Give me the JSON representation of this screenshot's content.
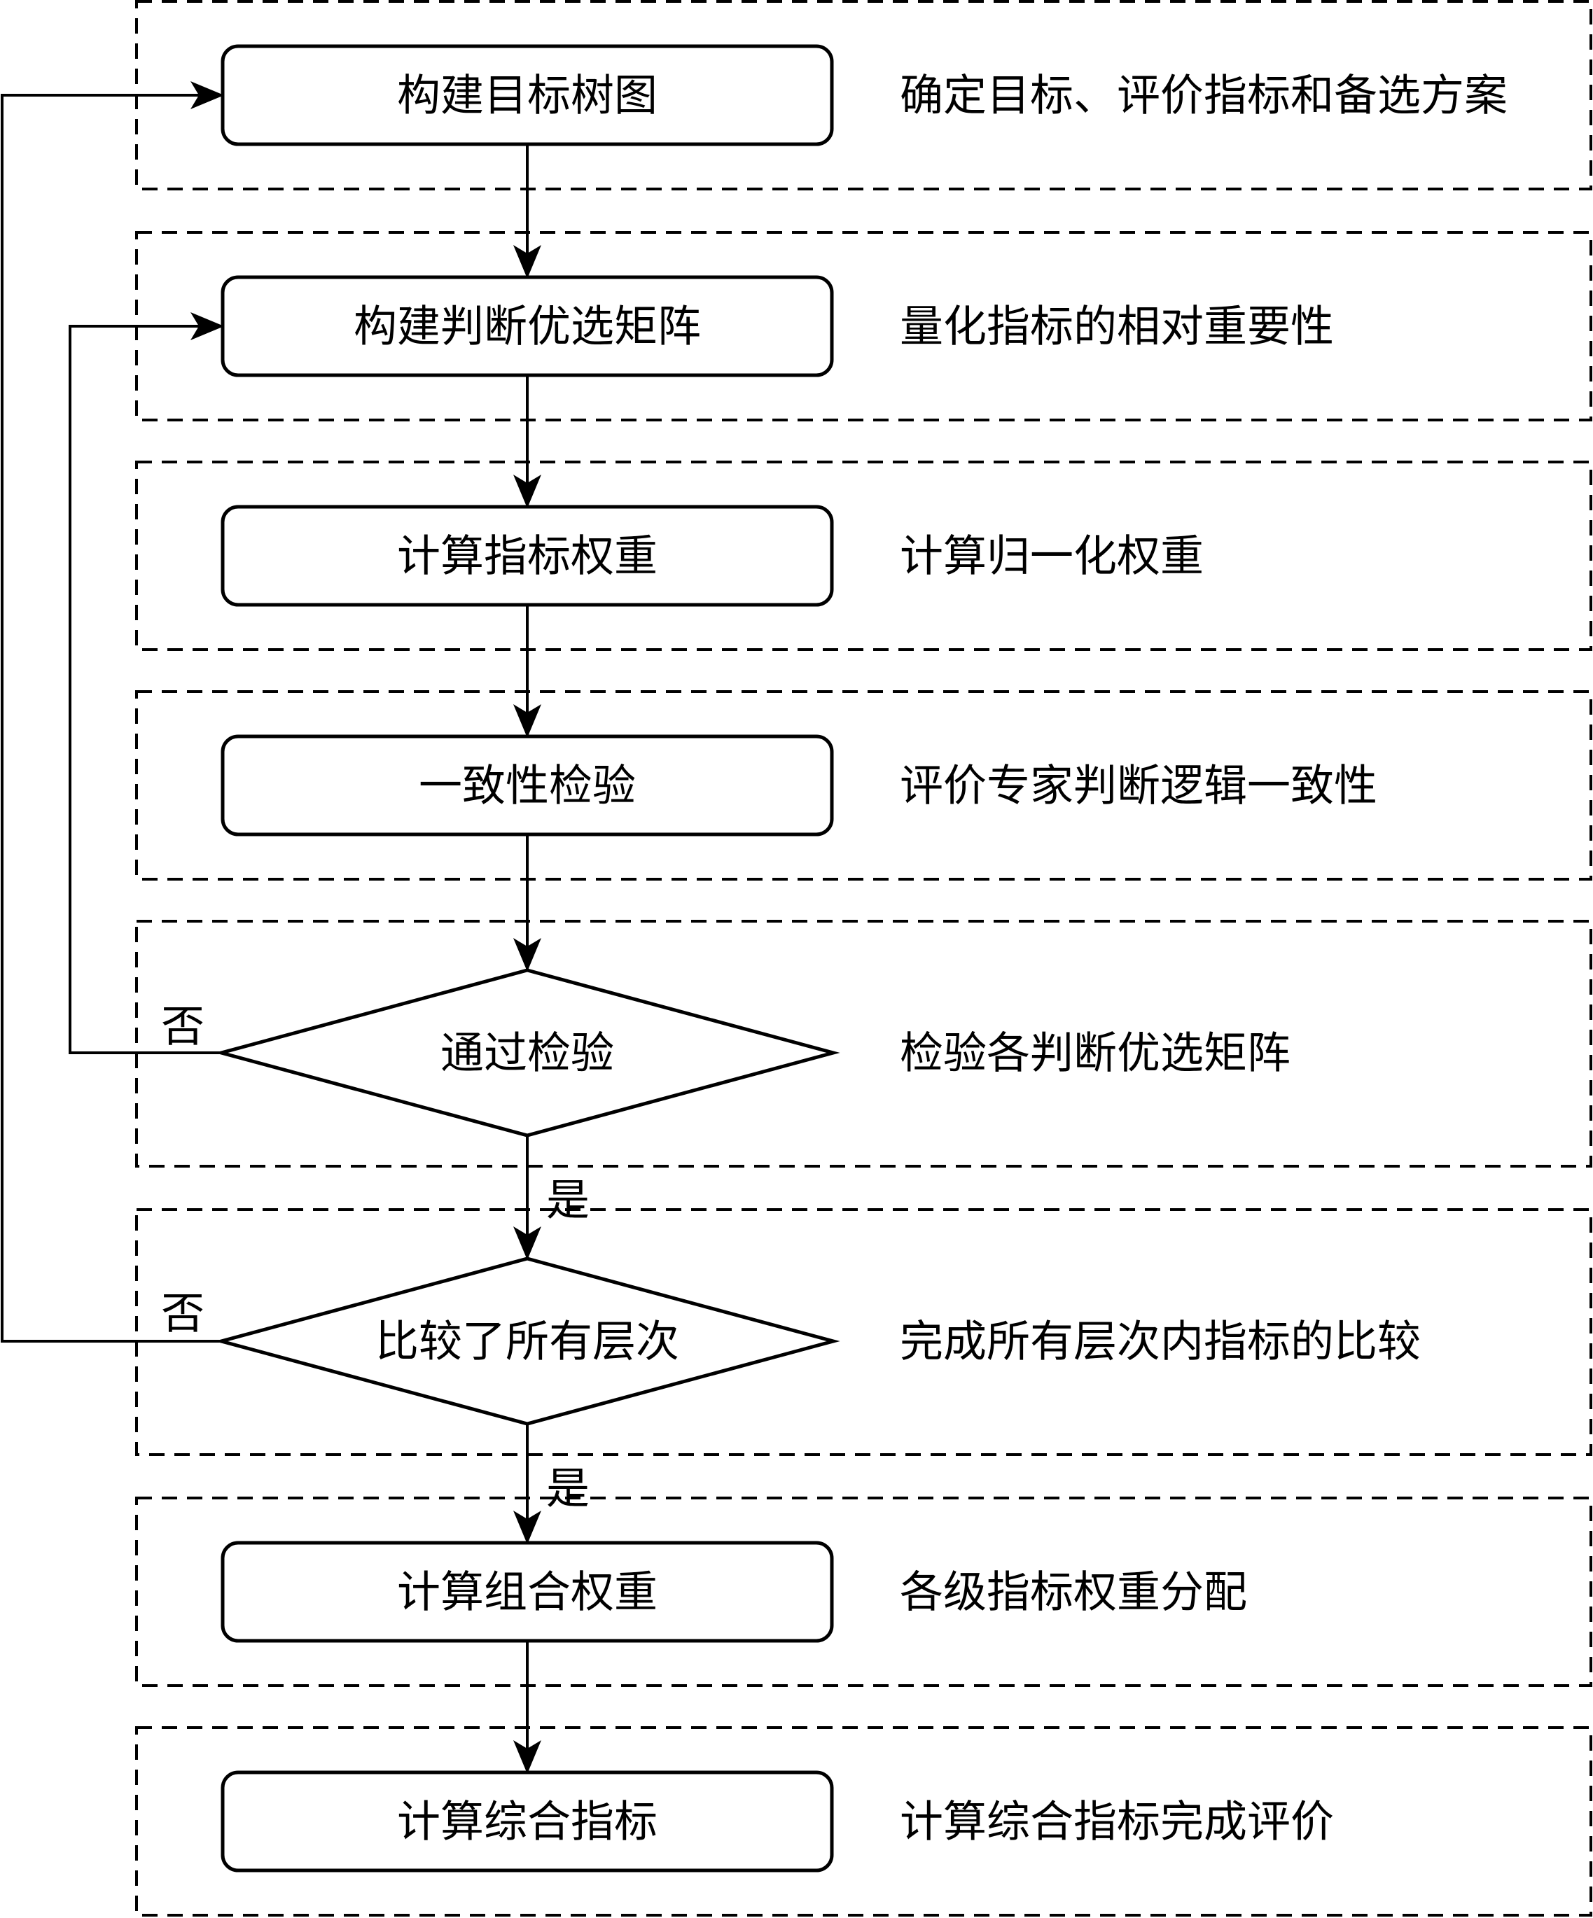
{
  "steps": [
    {
      "label": "构建目标树图",
      "description": "确定目标、评价指标和备选方案"
    },
    {
      "label": "构建判断优选矩阵",
      "description": "量化指标的相对重要性"
    },
    {
      "label": "计算指标权重",
      "description": "计算归一化权重"
    },
    {
      "label": "一致性检验",
      "description": "评价专家判断逻辑一致性"
    },
    {
      "label": "通过检验",
      "description": "检验各判断优选矩阵"
    },
    {
      "label": "比较了所有层次",
      "description": "完成所有层次内指标的比较"
    },
    {
      "label": "计算组合权重",
      "description": "各级指标权重分配"
    },
    {
      "label": "计算综合指标",
      "description": "计算综合指标完成评价"
    }
  ],
  "branch_labels": {
    "no_check": "否",
    "yes_check": "是",
    "no_levels": "否",
    "yes_levels": "是"
  }
}
